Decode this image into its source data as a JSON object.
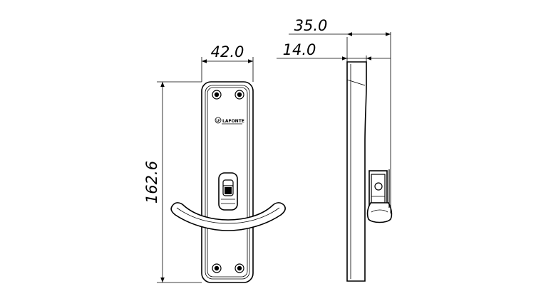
{
  "dimensions": {
    "overall_depth": "35.0",
    "plate_depth": "14.0",
    "plate_width": "42.0",
    "plate_height": "162.6"
  },
  "brand": {
    "logo_mark": "LF",
    "name": "LAFONTE"
  },
  "colors": {
    "line": "#000000",
    "background": "#ffffff"
  }
}
